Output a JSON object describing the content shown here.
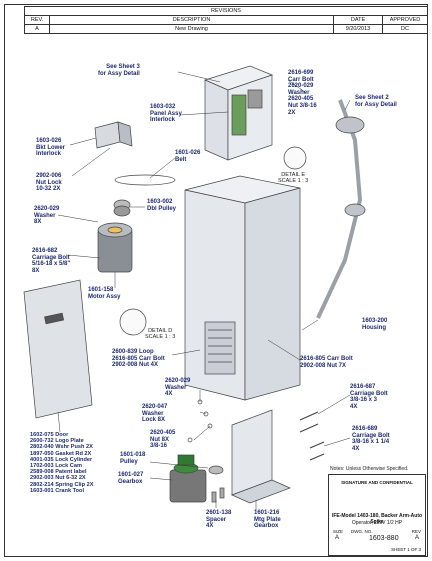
{
  "revisions": {
    "title": "REVISIONS",
    "headers": [
      "REV.",
      "DESCRIPTION",
      "DATE",
      "APPROVED"
    ],
    "rows": [
      [
        "A",
        "New Drawing",
        "9/20/2013",
        "DC"
      ]
    ]
  },
  "callouts": {
    "sheet3": "See Sheet 3\nfor Assy Detail",
    "panel": "1603-032\nPanel Assy\nInterlock",
    "bkt": "1603-026\nBkt Lower\nInterlock",
    "nut1032": "2902-006\nNut Lock\n10-32  2X",
    "washer8x": "2620-029\nWasher\n8X",
    "carr516": "2616-682\nCarriage Bolt\n5/16-18 x 5/8\"\n8X",
    "belt": "1601-026\nBelt",
    "pulley": "1603-002\nDbl Pulley",
    "motor": "1601-158\nMotor Assy",
    "carrtop": "2616-699\nCarr Bolt\n2620-029\nWasher\n2620-405\nNut 3/8-16\n2X",
    "sheet2": "See Sheet 2\nfor Assy Detail",
    "housing": "1603-200\nHousing",
    "loop": "2600-839 Loop\n2616-805 Carr Bolt\n2902-008 Nut 4X",
    "carr7x": "2616-805 Carr Bolt\n2902-008 Nut 7X",
    "washer4x": "2620-029\nWasher\n4X",
    "lockwasher": "2620-047\nWasher\nLock  8X",
    "nut8x": "2620-405\nNut  8X\n3/8-16",
    "pulley2": "1601-018\nPulley",
    "gearbox": "1601-027\nGearbox",
    "carr3x": "2616-687\nCarriage Bolt\n3/8-16 x 3\n4X",
    "carr4x": "2616-689\nCarriage Bolt\n3/8-16 x 1 1/4\n4X",
    "spacer": "2601-138\nSpacer\n4X",
    "mtgplate": "1601-216\nMtg Plate\nGearbox",
    "door": "1602-075  Door\n2600-732  Logo Plate\n2802-040  Wshr Push 2X\n1897-050  Gasket Rd 2X\n4001-035  Lock Cylinder\n1702-003  Lock Cam\n2589-008  Patent label\n2902-003  Nut 6-32  2X\n2802-214  Spring Clip 2X\n1603-001  Crank Tool"
  },
  "details": {
    "e": "DETAIL E\nSCALE 1 : 3",
    "d": "DETAIL D\nSCALE 1 : 3"
  },
  "notes": "Notes: Unless Otherwise Specified.",
  "title_block": {
    "company": "SIGNATURE AND CONFIDENTIAL",
    "title": "IFE-Model 1403-180, Backer Arm-Auto Spike",
    "subtitle": "Operator, 115V 1/2 HP",
    "size_label": "SIZE",
    "size": "A",
    "dwg_label": "DWG. NO.",
    "dwg_no": "1603-880",
    "rev_label": "REV",
    "rev": "A",
    "sheet": "SHEET 1 OF 3"
  }
}
